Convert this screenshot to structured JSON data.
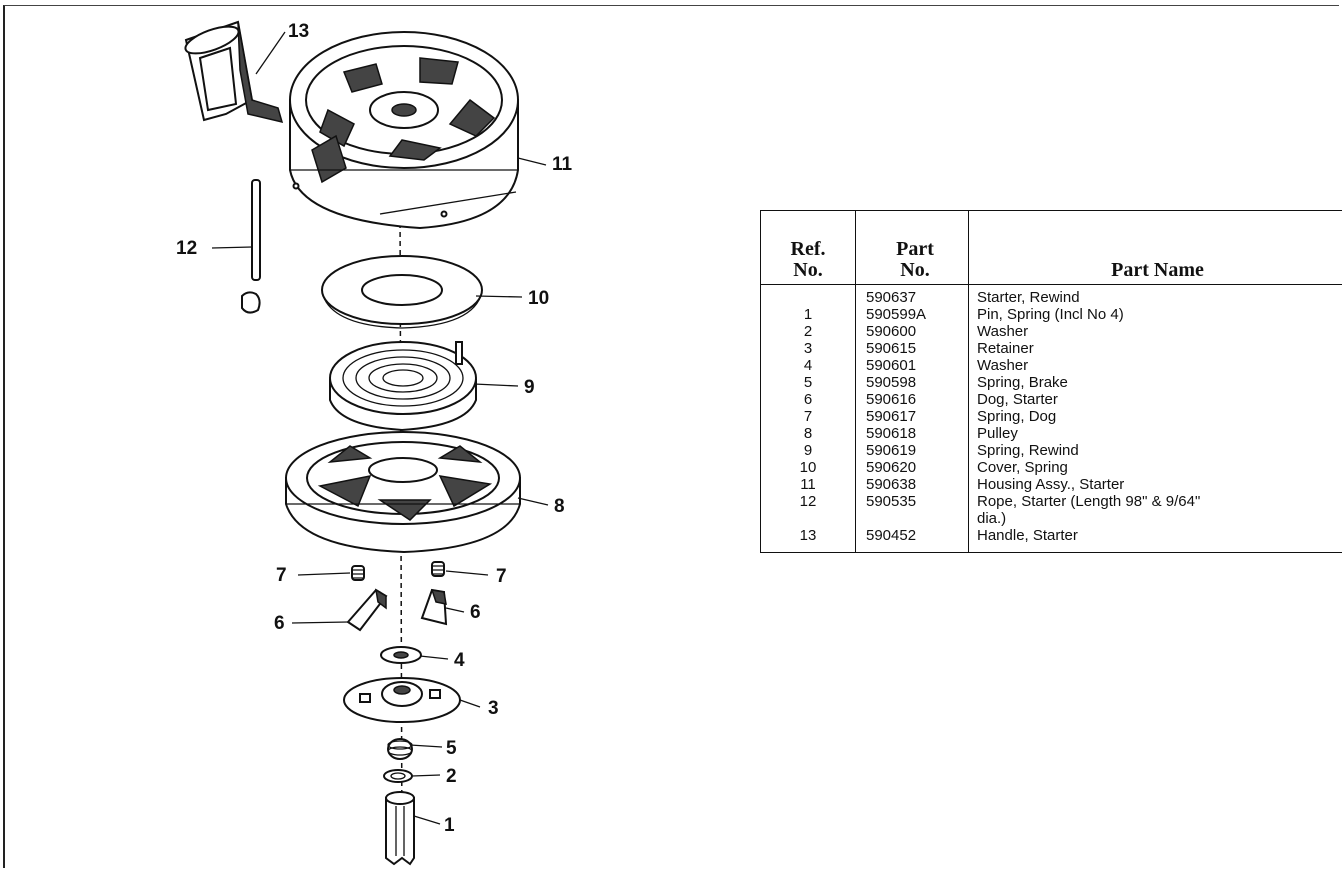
{
  "callouts": {
    "c1": "1",
    "c2": "2",
    "c3": "3",
    "c4": "4",
    "c5": "5",
    "c6a": "6",
    "c6b": "6",
    "c7a": "7",
    "c7b": "7",
    "c8": "8",
    "c9": "9",
    "c10": "10",
    "c11": "11",
    "c12": "12",
    "c13": "13"
  },
  "parts_table": {
    "header": {
      "ref_line1": "Ref.",
      "ref_line2": "No.",
      "part_line1": "Part",
      "part_line2": "No.",
      "name": "Part Name"
    },
    "rows": [
      {
        "ref": "",
        "part": "590637",
        "name": "Starter, Rewind"
      },
      {
        "ref": "1",
        "part": "590599A",
        "name": "Pin, Spring (Incl  No  4)"
      },
      {
        "ref": "2",
        "part": "590600",
        "name": "Washer"
      },
      {
        "ref": "3",
        "part": "590615",
        "name": "Retainer"
      },
      {
        "ref": "4",
        "part": "590601",
        "name": "Washer"
      },
      {
        "ref": "5",
        "part": "590598",
        "name": "Spring, Brake"
      },
      {
        "ref": "6",
        "part": "590616",
        "name": "Dog, Starter"
      },
      {
        "ref": "7",
        "part": "590617",
        "name": "Spring, Dog"
      },
      {
        "ref": "8",
        "part": "590618",
        "name": "Pulley"
      },
      {
        "ref": "9",
        "part": "590619",
        "name": "Spring, Rewind"
      },
      {
        "ref": "10",
        "part": "590620",
        "name": "Cover, Spring"
      },
      {
        "ref": "11",
        "part": "590638",
        "name": "Housing Assy., Starter"
      },
      {
        "ref": "12",
        "part": "590535",
        "name": "Rope, Starter (Length 98\" & 9/64\""
      },
      {
        "ref": "",
        "part": "",
        "name": "dia.)"
      },
      {
        "ref": "13",
        "part": "590452",
        "name": "Handle, Starter"
      }
    ]
  }
}
